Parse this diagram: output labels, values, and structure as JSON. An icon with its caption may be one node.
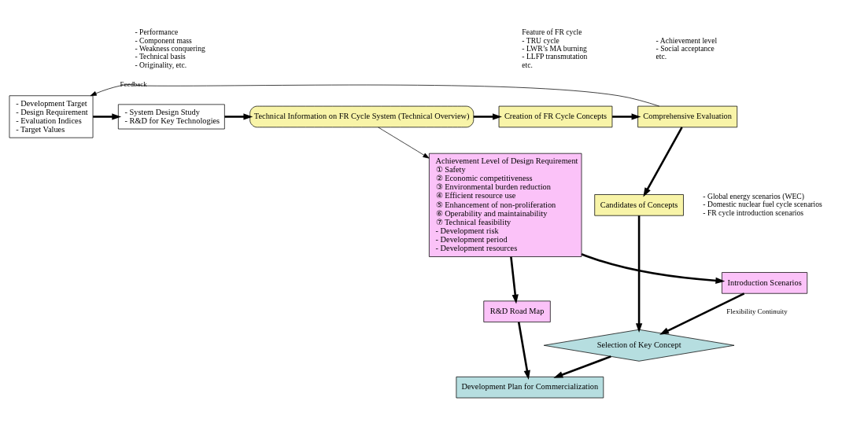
{
  "diagram": {
    "nodes": [
      {
        "text": [
          "- Development Target",
          "- Design Requirement",
          "- Evaluation Indices",
          "- Target Values"
        ]
      },
      {
        "text": [
          "- System Design Study",
          "- R&D for Key Technologies"
        ],
        "beside": [
          "- Performance",
          "- Component mass",
          "- Weakness conquering",
          "- Technical basis",
          "- Originality, etc."
        ]
      },
      {
        "text": [
          "Technical Information on FR Cycle System (Technical Overview)"
        ]
      },
      {
        "text": [
          "Creation of FR Cycle Concepts"
        ],
        "beside": [
          "Feature of FR cycle",
          "- TRU cycle",
          "- LWR’s MA burning",
          "- LLFP transmutation",
          "etc."
        ]
      },
      {
        "text": [
          "Comprehensive Evaluation"
        ],
        "beside": [
          "- Achievement level",
          "- Social acceptance",
          "etc."
        ]
      },
      {
        "text": [
          "Candidates of Concepts"
        ]
      },
      {
        "text": [
          "Achievement Level of Design Requirement",
          "① Safety",
          "② Economic competitiveness",
          "③ Environmental burden reduction",
          "④ Efficient resource use",
          "⑤ Enhancement of non-proliferation",
          "⑥ Operability and maintainability",
          "⑦ Technical feasibility",
          "- Development risk",
          "- Development period",
          "- Development resources"
        ]
      },
      {
        "text": [
          "Introduction Scenarios"
        ],
        "beside": [
          "- Global energy scenarios (WEC)",
          "- Domestic nuclear fuel cycle scenarios",
          "- FR cycle introduction scenarios"
        ]
      },
      {
        "text": [
          "R&D Road Map"
        ]
      },
      {
        "text": [
          "Selection of Key Concept"
        ]
      },
      {
        "text": [
          "Development Plan for Commercialization"
        ]
      }
    ],
    "edges": [
      {
        "from": 0,
        "to": 1,
        "arrow": "to"
      },
      {
        "from": 1,
        "to": 2,
        "arrow": "to"
      },
      {
        "from": 2,
        "to": 3,
        "arrow": "to"
      },
      {
        "from": 3,
        "to": 4,
        "arrow": "to"
      },
      {
        "from": 4,
        "to": 0,
        "arrow": "to",
        "label": "Feedback"
      },
      {
        "from": 4,
        "to": 5,
        "arrow": "to"
      },
      {
        "from": 5,
        "to": 9,
        "arrow": "to"
      },
      {
        "from": 2,
        "to": 6,
        "arrow": "to"
      },
      {
        "from": 6,
        "to": 7,
        "arrow": "to"
      },
      {
        "from": 6,
        "to": 8,
        "arrow": "to"
      },
      {
        "from": 7,
        "to": 9,
        "arrow": "to",
        "label": "Flexibility Continuity"
      },
      {
        "from": 9,
        "to": 10,
        "arrow": "to"
      },
      {
        "from": 8,
        "to": 10,
        "arrow": "to"
      }
    ]
  }
}
